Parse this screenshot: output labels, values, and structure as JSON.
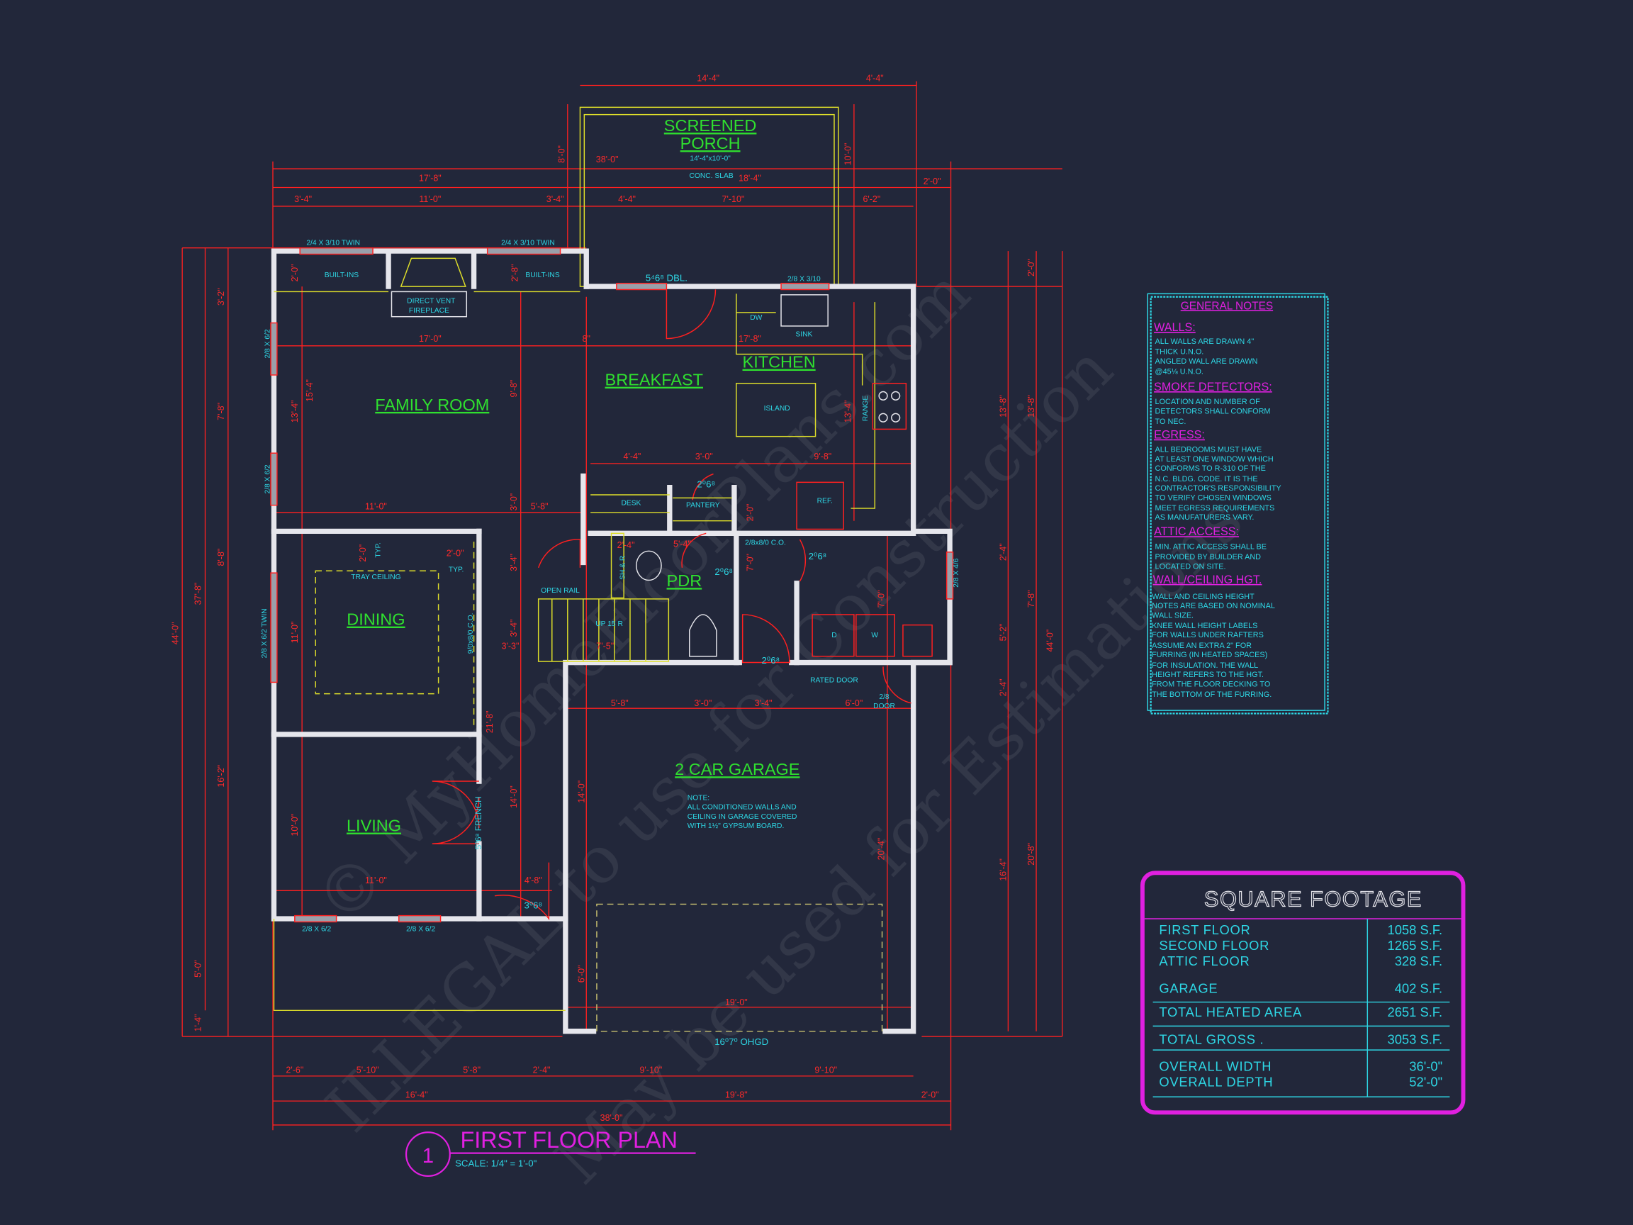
{
  "title": {
    "number": "1",
    "label": "FIRST FLOOR PLAN",
    "scale": "SCALE: 1/4\" = 1'-0\""
  },
  "rooms": {
    "porch_line1": "SCREENED",
    "porch_line2": "PORCH",
    "porch_size": "14'-4\"x10'-0\"",
    "family": "FAMILY ROOM",
    "breakfast": "BREAKFAST",
    "kitchen": "KITCHEN",
    "dining": "DINING",
    "pdr": "PDR",
    "living": "LIVING",
    "garage": "2 CAR GARAGE"
  },
  "labels": {
    "conc_slab": "CONC. SLAB",
    "win_twin_1": "2/4 X 3/10 TWIN",
    "win_twin_2": "2/4 X 3/10 TWIN",
    "win_kitchen": "2/8 X 3/10",
    "door_dbl": "5⁴6⁸ DBL.",
    "builtins_1": "BUILT-INS",
    "builtins_2": "BUILT-INS",
    "fireplace_1": "DIRECT VENT",
    "fireplace_2": "FIREPLACE",
    "dw": "DW",
    "sink": "SINK",
    "island": "ISLAND",
    "range": "RANGE",
    "ref": "REF.",
    "desk": "DESK",
    "pantry": "PANTERY",
    "door_pantry": "2⁰6⁸",
    "closet_co": "2/8x8/0 C.O.",
    "door_laundry": "2⁰6⁸",
    "door_pdr": "2⁰6⁸",
    "door_rated": "2⁰6⁸",
    "rated_door": "RATED DOOR",
    "door_garage_1": "2/8",
    "door_garage_2": "DOOR",
    "win_left_1": "2/8 X 6/2",
    "win_left_2": "2/8 X 6/2",
    "win_left_twin": "2/8 X 6/2 TWIN",
    "win_bottom_1": "2/8 X 6/2",
    "win_bottom_2": "2/8 X 6/2",
    "win_laundry": "2/8 X 4/6",
    "tray_ceiling": "TRAY CEILING",
    "typ_1": "TYP.",
    "typ_2": "TYP.",
    "dining_co": "9/0x8/0 C.O.",
    "open_rail": "OPEN RAIL",
    "stairs": "UP 15 R",
    "shr": "SH & R",
    "dryer": "D",
    "washer": "W",
    "french": "5⁰6⁸ FRENCH",
    "front_door": "3⁰6⁸",
    "garage_note_h": "NOTE:",
    "garage_note_1": "ALL CONDITIONED WALLS AND",
    "garage_note_2": "CEILING IN GARAGE COVERED",
    "garage_note_3": "WITH 1½\" GYPSUM BOARD.",
    "ohgd": "16⁰7⁰ OHGD"
  },
  "dims": [
    "14'-4\"",
    "4'-4\"",
    "8'-0\"",
    "10'-0\"",
    "38'-0\"",
    "18'-4\"",
    "17'-8\"",
    "2'-0\"",
    "3'-4\"",
    "11'-0\"",
    "3'-4\"",
    "4'-4\"",
    "7'-10\"",
    "6'-2\"",
    "17'-0\"",
    "8\"",
    "17'-8\"",
    "2'-0\"",
    "2'-8\"",
    "44'-0\"",
    "37'-8\"",
    "3'-2\"",
    "7'-8\"",
    "8'-8\"",
    "16'-2\"",
    "5'-0\"",
    "1'-4\"",
    "13'-4\"",
    "15'-4\"",
    "9'-8\"",
    "3'-0\"",
    "11'-0\"",
    "5'-8\"",
    "4'-4\"",
    "3'-0\"",
    "9'-8\"",
    "13'-4\"",
    "2'-0\"",
    "2'-4\"",
    "5'-4\"",
    "7'-0\"",
    "7'-0\"",
    "3'-4\"",
    "3'-4\"",
    "3'-3\"",
    "7'-5\"",
    "2'-0\"",
    "2'-0\"",
    "21'-8\"",
    "14'-0\"",
    "11'-0\"",
    "10'-0\"",
    "11'-0\"",
    "4'-8\"",
    "14'-0\"",
    "20'-4\"",
    "6'-0\"",
    "19'-0\"",
    "5'-8\"",
    "3'-0\"",
    "3'-4\"",
    "6'-0\"",
    "2'-6\"",
    "5'-10\"",
    "5'-8\"",
    "2'-4\"",
    "9'-10\"",
    "9'-10\"",
    "16'-4\"",
    "19'-8\"",
    "2'-0\"",
    "38'-0\"",
    "2'-0\"",
    "13'-8\"",
    "13'-8\"",
    "2'-4\"",
    "7'-8\"",
    "5'-2\"",
    "2'-4\"",
    "16'-4\"",
    "20'-8\"",
    "44'-0\""
  ],
  "notes": {
    "title": "GENERAL NOTES",
    "walls_h": "WALLS:",
    "walls": [
      "ALL WALLS ARE DRAWN 4\"",
      "THICK U.N.O.",
      "ANGLED WALL ARE DRAWN",
      "@45⅛ U.N.O."
    ],
    "smoke_h": "SMOKE DETECTORS:",
    "smoke": [
      "LOCATION AND NUMBER OF",
      "DETECTORS SHALL CONFORM",
      "TO NEC."
    ],
    "egress_h": "EGRESS:",
    "egress": [
      "ALL BEDROOMS MUST HAVE",
      "AT LEAST ONE WINDOW WHICH",
      "CONFORMS TO R-310 OF THE",
      "N.C. BLDG. CODE. IT IS THE",
      "CONTRACTOR'S RESPONSIBILITY",
      "TO VERIFY CHOSEN WINDOWS",
      "MEET EGRESS REQUIREMENTS",
      "AS MANUFATURERS VARY."
    ],
    "attic_h": "ATTIC ACCESS:",
    "attic": [
      "MIN. ATTIC ACCESS SHALL BE",
      "PROVIDED BY BUILDER AND",
      "LOCATED ON SITE."
    ],
    "hgt_h": "WALL/CEILING HGT.",
    "hgt": [
      "WALL AND CEILING HEIGHT",
      "NOTES ARE BASED ON NOMINAL",
      "WALL SIZE.",
      "KNEE WALL HEIGHT LABELS",
      "FOR WALLS UNDER RAFTERS",
      "ASSUME AN EXTRA 2\" FOR",
      "FURRING (IN HEATED SPACES)",
      "FOR INSULATION. THE WALL",
      "HEIGHT REFERS TO THE HGT.",
      "FROM THE FLOOR DECKING TO",
      "THE BOTTOM OF THE FURRING."
    ]
  },
  "square_footage": {
    "title": "SQUARE FOOTAGE",
    "rows": [
      {
        "label": "FIRST FLOOR",
        "value": "1058 S.F."
      },
      {
        "label": "SECOND FLOOR",
        "value": "1265 S.F."
      },
      {
        "label": "ATTIC FLOOR",
        "value": "328 S.F."
      },
      {
        "label": "GARAGE",
        "value": "402 S.F."
      },
      {
        "label": "TOTAL HEATED AREA",
        "value": "2651 S.F."
      },
      {
        "label": "TOTAL GROSS .",
        "value": "3053 S.F."
      },
      {
        "label": "OVERALL WIDTH",
        "value": "36'-0\""
      },
      {
        "label": "OVERALL DEPTH",
        "value": "52'-0\""
      }
    ]
  },
  "watermark": [
    "© MyHomeFloorPlans.com",
    "ILLEGAL to use for Construction",
    "May be used for Estimations"
  ],
  "colors": {
    "background": "#22273a",
    "walls": "#e6e6ec",
    "dimensions": "#ff2020",
    "text": "#2ed6e4",
    "rooms": "#2fe02f",
    "accent": "#e020e0",
    "fixtures": "#dede2a"
  }
}
